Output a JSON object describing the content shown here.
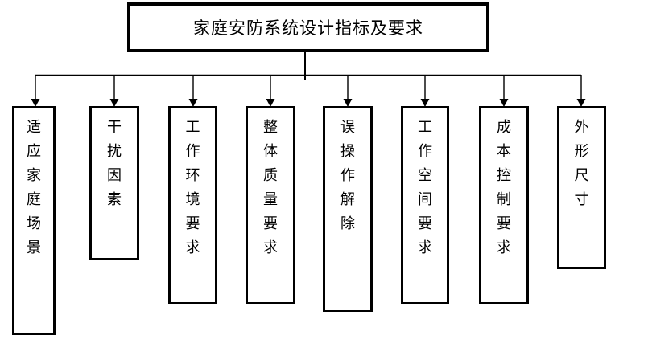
{
  "diagram": {
    "type": "tree",
    "root": {
      "label": "家庭安防系统设计指标及要求"
    },
    "children": [
      {
        "label": "适应家庭场景"
      },
      {
        "label": "干扰因素"
      },
      {
        "label": "工作环境要求"
      },
      {
        "label": "整体质量要求"
      },
      {
        "label": "误操作解除"
      },
      {
        "label": "工作空间要求"
      },
      {
        "label": "成本控制要求"
      },
      {
        "label": "外形尺寸"
      }
    ],
    "colors": {
      "background": "#ffffff",
      "line": "#000000",
      "border": "#000000",
      "text": "#000000"
    }
  }
}
